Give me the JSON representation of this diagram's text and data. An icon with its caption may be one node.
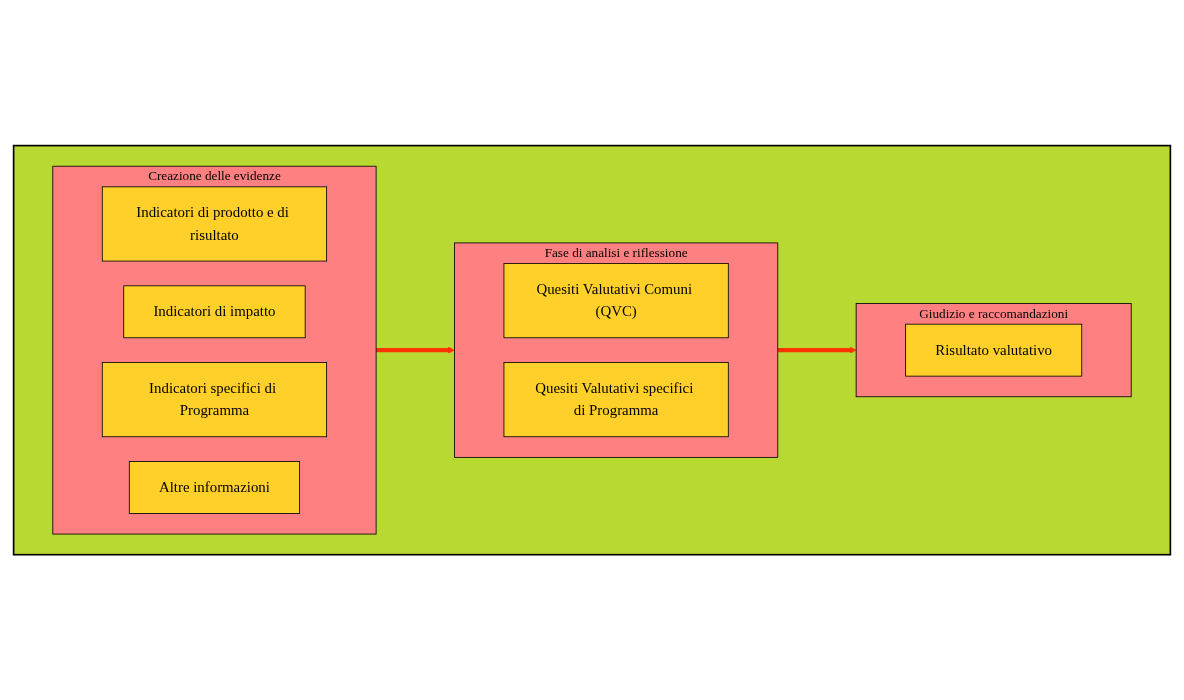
{
  "diagram": {
    "nodes": [
      {
        "text": [],
        "shape": "box"
      },
      {
        "text": [
          "Creazione delle evidenze"
        ],
        "in": 0
      },
      {
        "text": [
          "Indicatori di prodotto e di risultato"
        ],
        "in": 1
      },
      {
        "text": [
          "Indicatori di impatto"
        ],
        "in": 1
      },
      {
        "text": [
          "Indicatori specifici di Programma"
        ],
        "in": 1
      },
      {
        "text": [
          "Altre informazioni"
        ],
        "in": 1
      },
      {
        "text": [
          "Fase di analisi e riflessione"
        ],
        "in": 0
      },
      {
        "text": [
          "Quesiti Valutativi Comuni (QVC)"
        ],
        "in": 6
      },
      {
        "text": [
          "Quesiti Valutativi specifici di Programma"
        ],
        "in": 6
      },
      {
        "text": [
          "Giudizio e raccomandazioni"
        ],
        "in": 0
      },
      {
        "text": [
          "Risultato valutativo"
        ],
        "in": 9
      }
    ],
    "edges": [
      {
        "from": 1,
        "to": 6,
        "arrow": "to"
      },
      {
        "from": 6,
        "to": 9,
        "arrow": "to"
      }
    ]
  }
}
